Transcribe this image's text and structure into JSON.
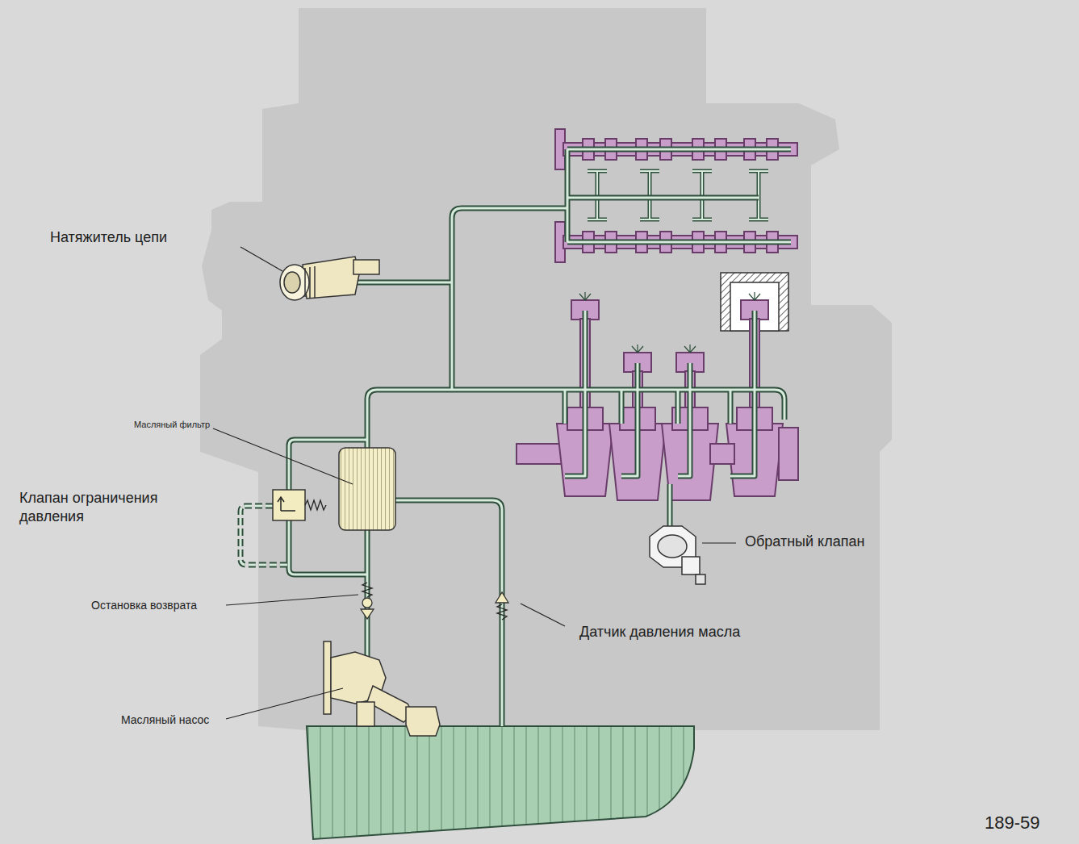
{
  "diagram": {
    "labels": [
      "Натяжитель цепи",
      "Масляный фильтр",
      "Клапан ограничения давления",
      "Остановка возврата",
      "Масляный насос",
      "Обратный клапан",
      "Датчик давления масла",
      "189-59"
    ]
  }
}
